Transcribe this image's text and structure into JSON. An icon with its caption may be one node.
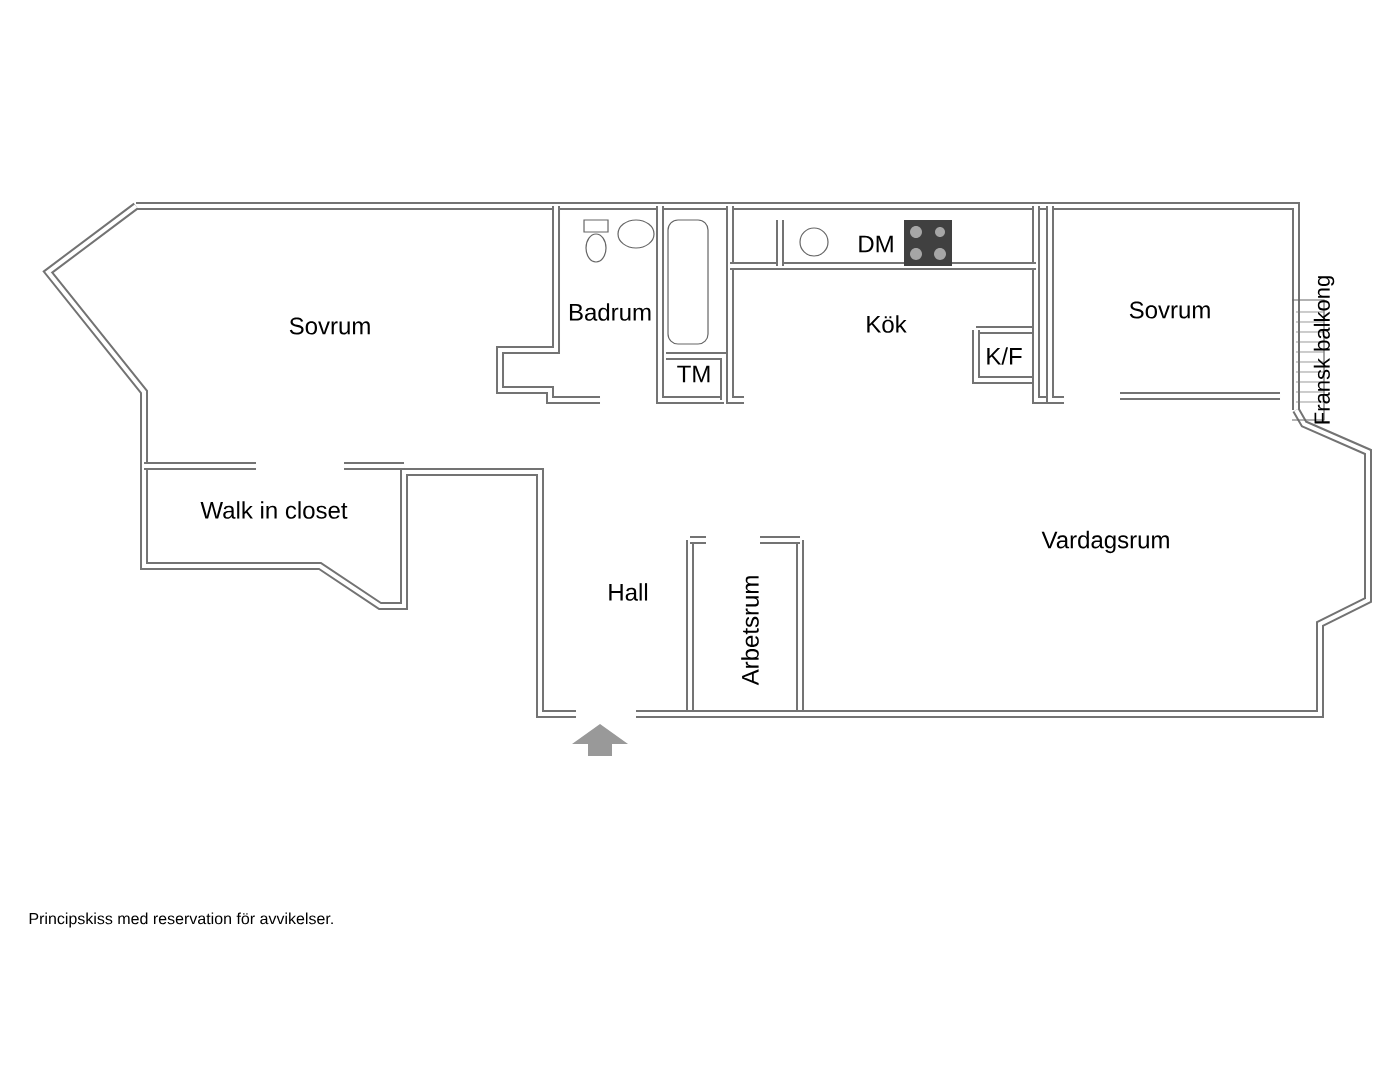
{
  "diagram": {
    "labels": [
      "Sovrum",
      "Badrum",
      "DM",
      "Kök",
      "TM",
      "K/F",
      "Sovrum",
      "Fransk balkong",
      "Walk in closet",
      "Hall",
      "Arbetsrum",
      "Vardagsrum",
      "Principskiss med reservation för avvikelser."
    ]
  }
}
